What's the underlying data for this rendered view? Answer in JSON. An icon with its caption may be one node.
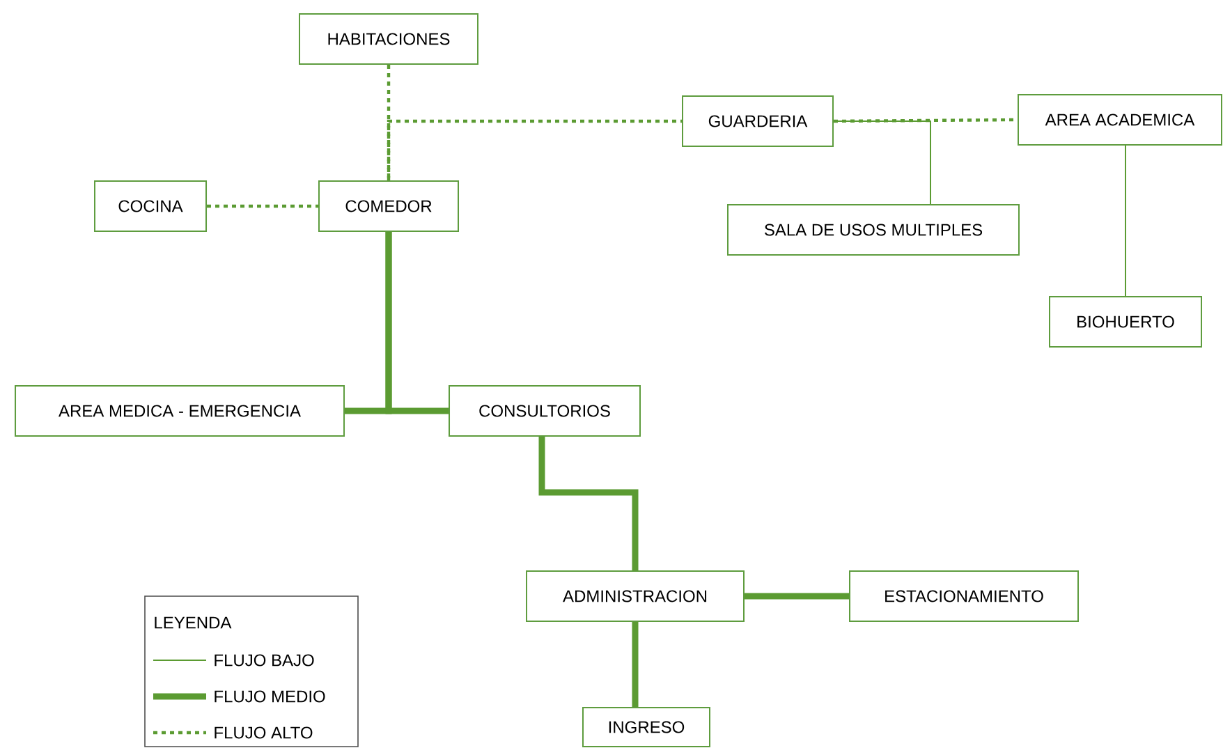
{
  "diagram": {
    "nodes": [
      {
        "text": [
          "HABITACIONES"
        ]
      },
      {
        "text": [
          "GUARDERIA"
        ]
      },
      {
        "text": [
          "AREA ACADEMICA"
        ]
      },
      {
        "text": [
          "COCINA"
        ]
      },
      {
        "text": [
          "COMEDOR"
        ]
      },
      {
        "text": [
          "SALA DE USOS MULTIPLES"
        ]
      },
      {
        "text": [
          "BIOHUERTO"
        ]
      },
      {
        "text": [
          "AREA MEDICA - EMERGENCIA"
        ]
      },
      {
        "text": [
          "CONSULTORIOS"
        ]
      },
      {
        "text": [
          "ADMINISTRACION"
        ]
      },
      {
        "text": [
          "ESTACIONAMIENTO"
        ]
      },
      {
        "text": [
          "INGRESO"
        ]
      }
    ],
    "edges": [
      {
        "from": 0,
        "to": 4,
        "arrow": "none",
        "style": "dashed"
      },
      {
        "from": 4,
        "to": 1,
        "arrow": "none",
        "style": "dashed"
      },
      {
        "from": 1,
        "to": 2,
        "arrow": "none",
        "style": "dashed"
      },
      {
        "from": 3,
        "to": 4,
        "arrow": "none",
        "style": "dashed"
      },
      {
        "from": 1,
        "to": 5,
        "arrow": "none"
      },
      {
        "from": 2,
        "to": 6,
        "arrow": "none"
      },
      {
        "from": 4,
        "to": 7,
        "arrow": "none",
        "style": "thick"
      },
      {
        "from": 4,
        "to": 8,
        "arrow": "none",
        "style": "thick"
      },
      {
        "from": 8,
        "to": 9,
        "arrow": "none",
        "style": "thick"
      },
      {
        "from": 9,
        "to": 10,
        "arrow": "none",
        "style": "thick"
      },
      {
        "from": 9,
        "to": 11,
        "arrow": "none",
        "style": "thick"
      }
    ],
    "labels": [
      "LEYENDA"
    ],
    "legend": [
      {
        "text": "FLUJO BAJO"
      },
      {
        "text": "FLUJO MEDIO"
      },
      {
        "text": "FLUJO ALTO"
      }
    ]
  }
}
